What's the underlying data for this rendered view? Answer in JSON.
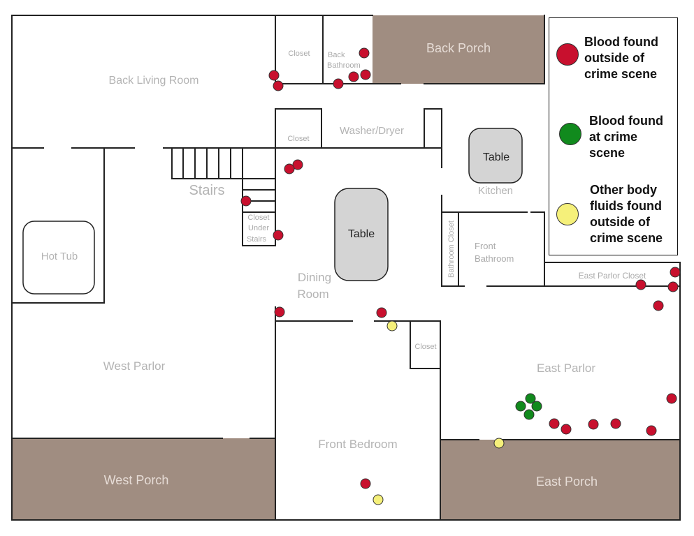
{
  "colors": {
    "wall": "#222222",
    "porch": "#a08d81",
    "table": "#d4d4d4",
    "blood_outside": "#c8102e",
    "blood_scene": "#118a1d",
    "other_fluids": "#f5f07a"
  },
  "rooms": {
    "back_living_room": "Back Living Room",
    "closet_top_1": "Closet",
    "back_bathroom": "Back\nBathroom",
    "back_porch": "Back Porch",
    "closet_washer": "Closet",
    "washer_dryer": "Washer/Dryer",
    "stairs": "Stairs",
    "closet_under_stairs": [
      "Closet",
      "Under",
      "Stairs"
    ],
    "hot_tub": "Hot Tub",
    "dining_room": [
      "Dining",
      "Room"
    ],
    "dining_table": "Table",
    "kitchen_table": "Table",
    "kitchen": "Kitchen",
    "bathroom_closet": "Bathroom Closet",
    "front_bathroom": [
      "Front",
      "Bathroom"
    ],
    "east_parlor_closet": "East Parlor Closet",
    "closet_front": "Closet",
    "west_parlor": "West Parlor",
    "east_parlor": "East Parlor",
    "front_bedroom": "Front Bedroom",
    "west_porch": "West Porch",
    "east_porch": "East Porch"
  },
  "legend": [
    {
      "key": "blood_outside",
      "label": "Blood found\noutside of\ncrime scene"
    },
    {
      "key": "blood_scene",
      "label": "Blood found\nat crime\nscene"
    },
    {
      "key": "other_fluids",
      "label": "Other body\nfluids found\noutside of\ncrime scene"
    }
  ],
  "markers": {
    "blood_outside": [
      [
        521,
        76
      ],
      [
        392,
        108
      ],
      [
        398,
        123
      ],
      [
        484,
        120
      ],
      [
        506,
        110
      ],
      [
        523,
        107
      ],
      [
        426,
        236
      ],
      [
        414,
        242
      ],
      [
        352,
        288
      ],
      [
        398,
        337
      ],
      [
        400,
        447
      ],
      [
        546,
        448
      ],
      [
        966,
        390
      ],
      [
        917,
        408
      ],
      [
        963,
        411
      ],
      [
        942,
        438
      ],
      [
        961,
        571
      ],
      [
        793,
        607
      ],
      [
        810,
        615
      ],
      [
        849,
        608
      ],
      [
        881,
        607
      ],
      [
        932,
        617
      ],
      [
        523,
        693
      ]
    ],
    "blood_scene": [
      [
        759,
        571
      ],
      [
        745,
        582
      ],
      [
        768,
        582
      ],
      [
        757,
        594
      ]
    ],
    "other_fluids": [
      [
        561,
        467
      ],
      [
        714,
        635
      ],
      [
        541,
        716
      ]
    ]
  }
}
